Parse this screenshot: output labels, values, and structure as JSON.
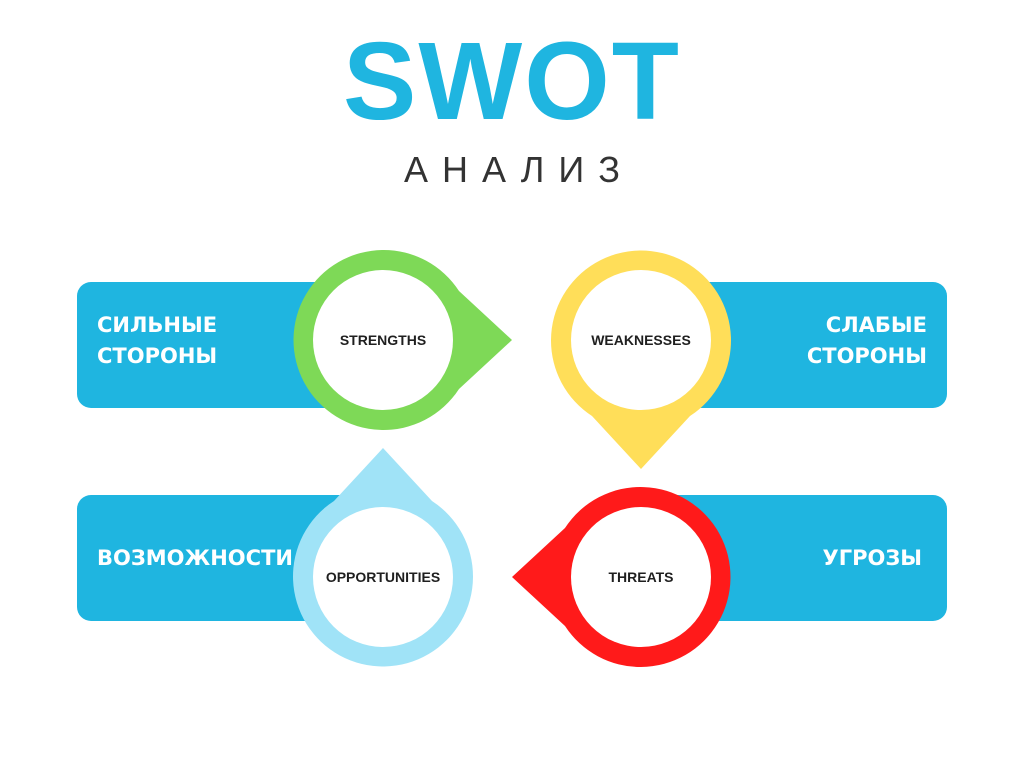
{
  "title": "SWOT",
  "subtitle": "АНАЛИЗ",
  "colors": {
    "title": "#1fb5e0",
    "subtitle": "#333333",
    "bar": "#1fb5e0",
    "strengths": "#7ed957",
    "weaknesses": "#ffde59",
    "opportunities": "#a0e3f7",
    "threats": "#ff1a1a"
  },
  "quadrants": {
    "strengths": {
      "label": "STRENGTHS",
      "ru": "СИЛЬНЫЕ\nСТОРОНЫ"
    },
    "weaknesses": {
      "label": "WEAKNESSES",
      "ru": "СЛАБЫЕ\nСТОРОНЫ"
    },
    "opportunities": {
      "label": "OPPORTUNITIES",
      "ru": "ВОЗМОЖНОСТИ"
    },
    "threats": {
      "label": "THREATS",
      "ru": "УГРОЗЫ"
    }
  }
}
